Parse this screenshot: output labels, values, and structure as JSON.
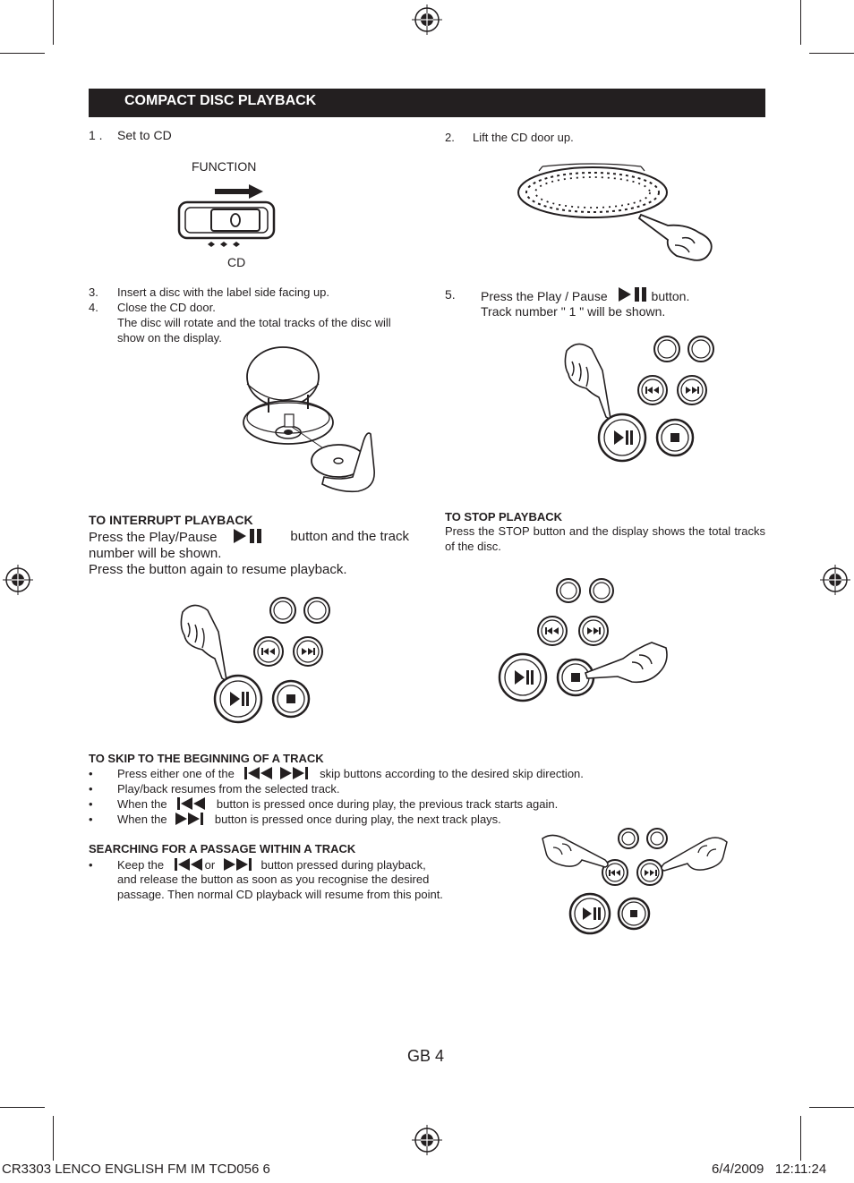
{
  "header": {
    "title": "COMPACT DISC PLAYBACK"
  },
  "steps": {
    "s1_num": "1 .",
    "s1_text": "Set to CD",
    "function_label": "FUNCTION",
    "cd_label": "CD",
    "switch_knob": "O",
    "s2_num": "2.",
    "s2_text": "Lift the CD door up.",
    "s3_num": "3.",
    "s3_text": "Insert a disc with the label side facing up.",
    "s4_num": "4.",
    "s4_text": "Close the CD door.",
    "s4_detail_1": "The disc will rotate and the total tracks of the disc will",
    "s4_detail_2": "show on the display.",
    "s5_num": "5.",
    "s5_text_a": "Press the Play / Pause",
    "s5_text_b": "button.",
    "s5_line2": "Track number \" 1 \" will be shown."
  },
  "interrupt": {
    "heading": "TO INTERRUPT PLAYBACK",
    "line1_a": "Press the Play/Pause",
    "line1_b": "button and the track",
    "line2": "number will be shown.",
    "line3": "Press the button again to resume playback."
  },
  "stop": {
    "heading": "TO STOP PLAYBACK",
    "text": "Press the STOP button and the display shows the total tracks of the disc."
  },
  "skip": {
    "heading": "TO SKIP TO THE BEGINNING OF A TRACK",
    "bullet": "•",
    "b1_a": "Press either one of the",
    "b1_b": "skip buttons according to the desired skip direction.",
    "b2": "Play/back resumes from the selected track.",
    "b3_a": "When the",
    "b3_b": "button is pressed once during play, the previous track starts again.",
    "b4_a": "When the",
    "b4_b": "button is pressed once during play, the next track plays."
  },
  "search": {
    "heading": "SEARCHING FOR A PASSAGE WITHIN A TRACK",
    "bullet": "•",
    "b1_a": "Keep the",
    "b1_or": "or",
    "b1_b": "button pressed during playback,",
    "line2": "and release the button as soon as you recognise the desired",
    "line3": "passage. Then normal CD playback will resume from this point."
  },
  "page_number": "GB 4",
  "footer": {
    "left": "CR3303 LENCO ENGLISH FM IM TCD056   6",
    "right": "6/4/2009   12:11:24"
  },
  "colors": {
    "ink": "#231f20",
    "paper": "#ffffff"
  }
}
